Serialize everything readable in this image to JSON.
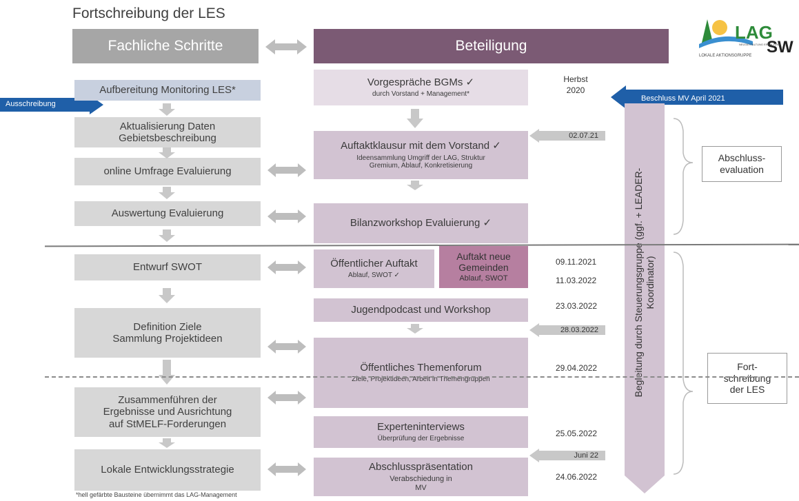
{
  "title": "Fortschreibung der LES",
  "logo": {
    "mark": "LAG",
    "sub": "LOKALE AKTIONSGRUPPE",
    "suffix": "SW",
    "small": "NEUGESTALTUNG ERHALTUNG"
  },
  "headers": {
    "left": "Fachliche Schritte",
    "right": "Beteiligung"
  },
  "arrows": {
    "ausschreibung": "Ausschreibung",
    "beschluss": "Beschluss MV April 2021"
  },
  "left_steps": [
    "Aufbereitung Monitoring LES*",
    "Aktualisierung Daten Gebietsbeschreibung",
    "online Umfrage Evaluierung",
    "Auswertung Evaluierung",
    "Entwurf SWOT",
    "Definition Ziele Sammlung Projektideen",
    "Zusammenführen der Ergebnisse und Ausrichtung auf StMELF-Forderungen",
    "Lokale Entwicklungsstrategie"
  ],
  "right_steps": [
    {
      "main": "Vorgespräche BGMs ✓",
      "sub": "durch Vorstand + Management*"
    },
    {
      "main": "Auftaktklausur mit dem Vorstand ✓",
      "sub": "Ideensammlung Umgriff der LAG, Struktur Gremium, Ablauf, Konkretisierung"
    },
    {
      "main": "Bilanzworkshop Evaluierung ✓",
      "sub": ""
    },
    {
      "main": "Öffentlicher Auftakt",
      "sub": "Ablauf, SWOT ✓"
    },
    {
      "main": "Auftakt neue Gemeinden",
      "sub": "Ablauf, SWOT"
    },
    {
      "main": "Jugendpodcast und Workshop",
      "sub": ""
    },
    {
      "main": "Öffentliches Themenforum",
      "sub": "Ziele, Projektideen, Arbeit in Themengruppen"
    },
    {
      "main": "Experteninterviews",
      "sub": "Überprüfung der Ergebnisse"
    },
    {
      "main": "Abschlusspräsentation",
      "sub": "Verabschiedung in MV"
    }
  ],
  "dates": {
    "herbst": "Herbst 2020",
    "d1": "09.11.2021",
    "d2": "11.03.2022",
    "d3": "23.03.2022",
    "d4": "29.04.2022",
    "d5": "25.05.2022",
    "d6": "24.06.2022"
  },
  "tags": {
    "t1": "02.07.21",
    "t2": "28.03.2022",
    "t3": "Juni 22"
  },
  "vertical_label": "Begleitung durch Steuerungsgruppe (ggf. + LEADER-Koordinator)",
  "side_labels": {
    "abschluss": "Abschluss-evaluation",
    "fort": "Fort-schreibung der LES"
  },
  "footnote": "*hell gefärbte Bausteine übernimmt das LAG-Management",
  "colors": {
    "gray_header": "#a6a6a6",
    "purple_header": "#7b5a74",
    "blue_arrow": "#1f5fa8"
  }
}
